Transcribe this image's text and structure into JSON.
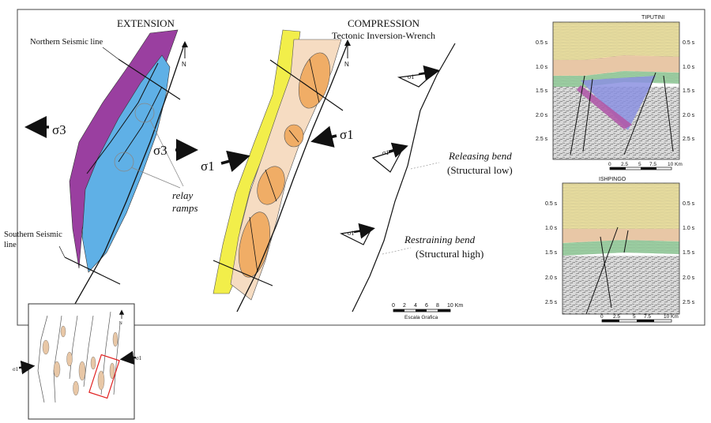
{
  "headings": {
    "extension": "EXTENSION",
    "compression": "COMPRESSION",
    "compression_sub": "Tectonic Inversion-Wrench"
  },
  "labels": {
    "northern_seismic_line": "Northern Seismic line",
    "southern_seismic_line_1": "Southern Seismic",
    "southern_seismic_line_2": "line",
    "relay_ramps_1": "relay",
    "relay_ramps_2": "ramps",
    "releasing_bend": "Releasing bend",
    "structural_low": "(Structural low)",
    "restraining_bend": "Restraining bend",
    "structural_high": "(Structural high)",
    "north": "N"
  },
  "stress": {
    "sigma3": "σ3",
    "sigma1": "σ1",
    "sigma3_small": "σ3",
    "sigma1_small": "σ1"
  },
  "scale_bar": {
    "ticks": [
      "0",
      "2",
      "4",
      "6",
      "8",
      "10 Km"
    ],
    "caption": "Escala Grafica"
  },
  "seismic": {
    "top_title": "TIPUTINI",
    "bottom_title": "ISHPINGO",
    "time_ticks": [
      "0.5 s",
      "1.0 s",
      "1.5 s",
      "2.0 s",
      "2.5 s"
    ],
    "top_scale": [
      "0",
      "2.5",
      "5",
      "7.5",
      "10 Km"
    ],
    "bottom_scale": [
      "0",
      "2.5",
      "5",
      "7.5",
      "10 Km"
    ]
  },
  "colors": {
    "extension_blue": "#5fb0e6",
    "extension_purple": "#9a3fa0",
    "compression_yellow": "#f2ee4a",
    "compression_peach": "#f6dcc2",
    "compression_orange": "#f0ad66",
    "seis_yellow": "#f3e7a3",
    "seis_tan": "#e8c7a6",
    "seis_green": "#9fd7a6",
    "seis_blue": "#8b90e0",
    "seis_purple": "#b05aa8"
  }
}
